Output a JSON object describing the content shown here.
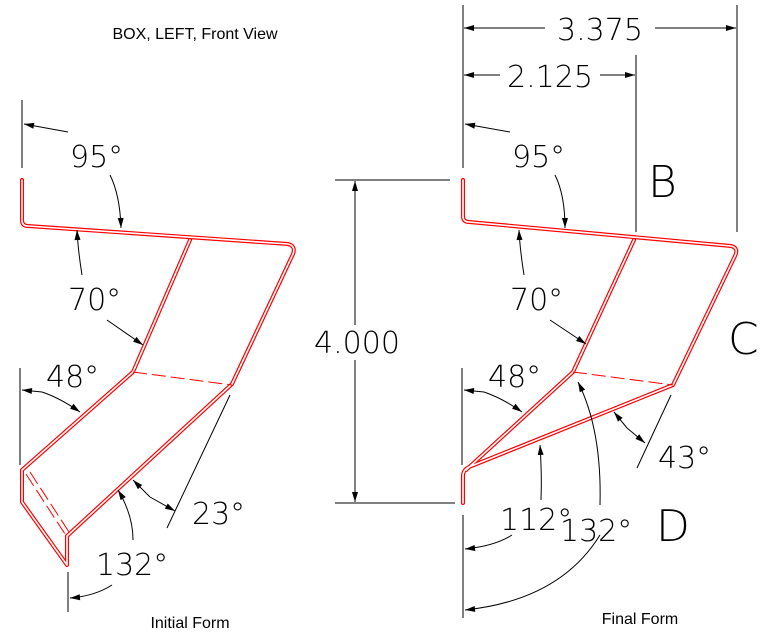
{
  "title": "BOX, LEFT, Front View",
  "initial_form": {
    "caption": "Initial Form",
    "angles": [
      "95°",
      "70°",
      "48°",
      "23°",
      "132°"
    ]
  },
  "final_form": {
    "caption": "Final Form",
    "angles": [
      "95°",
      "70°",
      "48°",
      "43°",
      "112°",
      "132°"
    ],
    "dimensions": {
      "overall_width": "3.375",
      "partial_width": "2.125",
      "height": "4.000"
    },
    "labels": {
      "b": "B",
      "c": "C",
      "d": "D"
    }
  },
  "colors": {
    "part": "#ff0000",
    "dimension": "#000000"
  }
}
